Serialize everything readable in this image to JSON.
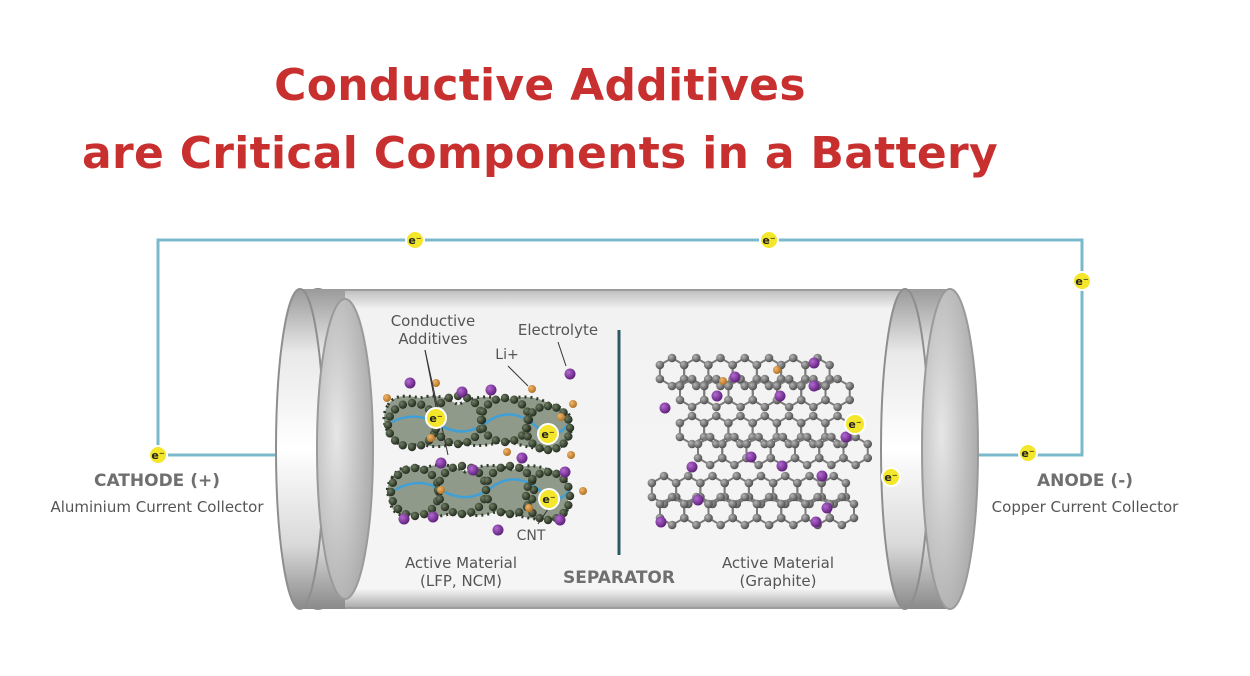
{
  "title": {
    "line1": "Conductive Additives",
    "line2": "are Critical Components in a Battery"
  },
  "colors": {
    "title": "#c8302f",
    "wire": "#7ab8cc",
    "electron": "#f4e62b",
    "lithium_ion": "#7b2d9a",
    "electrolyte_particle": "#c98a3c",
    "cnt": "#2f3a2a",
    "graphite": "#6e6e6e",
    "separator": "#2a5a66"
  },
  "cathode": {
    "label": "CATHODE (+)",
    "sublabel": "Aluminium Current Collector"
  },
  "anode": {
    "label": "ANODE (-)",
    "sublabel": "Copper Current Collector"
  },
  "separator": {
    "label": "SEPARATOR"
  },
  "annotations": {
    "conductive_additives_1": "Conductive",
    "conductive_additives_2": "Additives",
    "electrolyte": "Electrolyte",
    "li_ion": "Li+",
    "cnt": "CNT"
  },
  "active_material_cathode": {
    "line1": "Active Material",
    "line2": "(LFP, NCM)"
  },
  "active_material_anode": {
    "line1": "Active Material",
    "line2": "(Graphite)"
  },
  "electron_symbol": "e⁻",
  "icons": [
    "electron-icon",
    "lithium-ion-icon",
    "cnt-chain-icon",
    "graphite-lattice-icon"
  ]
}
